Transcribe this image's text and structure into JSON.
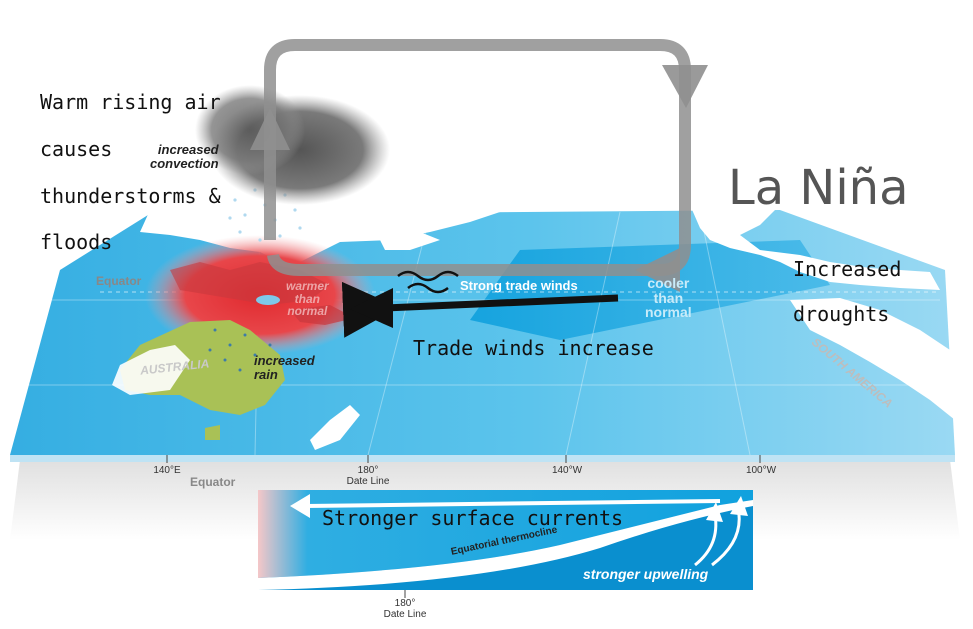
{
  "title": "La Niña",
  "annotations": {
    "warm_air": [
      "Warm rising air",
      "causes",
      "thunderstorms &",
      "floods"
    ],
    "droughts": [
      "Increased",
      "droughts"
    ],
    "trade_winds": "Trade winds increase",
    "surface_currents": "Stronger surface currents"
  },
  "map_labels": {
    "convection": [
      "increased",
      "convection"
    ],
    "warmer": [
      "warmer",
      "than",
      "normal"
    ],
    "cooler": [
      "cooler",
      "than",
      "normal"
    ],
    "strong_trade_winds": "Strong trade winds",
    "increased_rain": [
      "increased",
      "rain"
    ],
    "australia": "AUSTRALIA",
    "south_america": "SOUTH AMERICA",
    "equator_top": "Equator",
    "equator_bottom": "Equator",
    "thermocline": "Equatorial thermocline",
    "upwelling": "stronger upwelling"
  },
  "longitudes": {
    "lon_140e": "140°E",
    "lon_180": [
      "180°",
      "Date Line"
    ],
    "lon_140w": "140°W",
    "lon_100w": "100°W",
    "section_180": [
      "180°",
      "Date Line"
    ]
  },
  "colors": {
    "ocean": "#3fb3e3",
    "warm": "#e8353a",
    "rain": "#a7c257",
    "land": "#ffffff",
    "arrow_gray": "#8f8f8f"
  }
}
